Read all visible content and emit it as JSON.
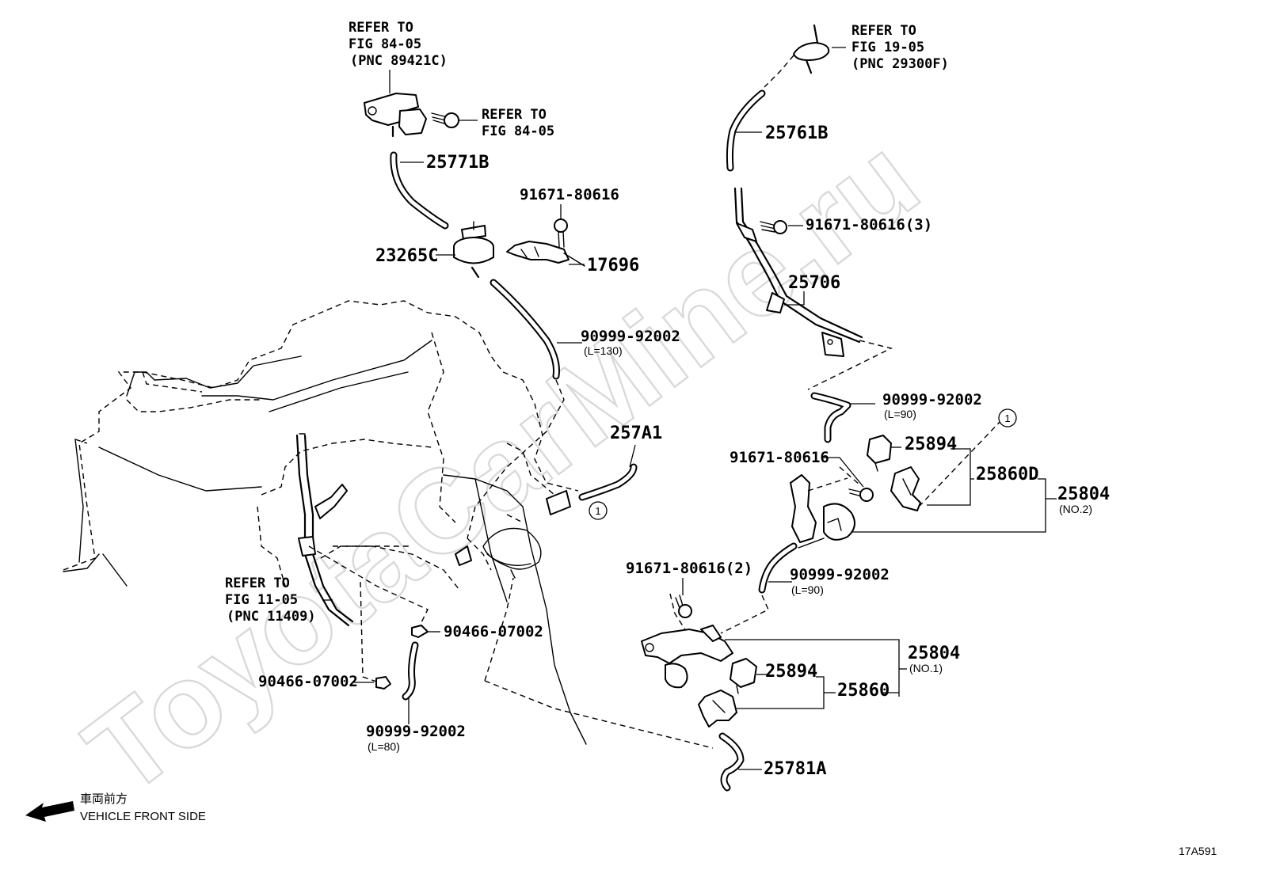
{
  "watermark": "ToyotaCarMine.ru",
  "figure_id": "17A591",
  "front": {
    "jp": "車両前方",
    "en": "VEHICLE FRONT SIDE"
  },
  "refs": {
    "r1": [
      "REFER TO",
      "FIG 84-05",
      "(PNC 89421C)"
    ],
    "r2": [
      "REFER TO",
      "FIG 84-05"
    ],
    "r3": [
      "REFER TO",
      "FIG 19-05",
      "(PNC 29300F)"
    ],
    "r4": [
      "REFER TO",
      "FIG 11-05",
      "(PNC 11409)"
    ]
  },
  "parts": {
    "p25771B": "25771B",
    "p23265C": "23265C",
    "p17696": "17696",
    "p91671_a": "91671-80616",
    "p90999_130": "90999-92002",
    "p90999_130_len": "(L=130)",
    "p257A1": "257A1",
    "p25761B": "25761B",
    "p91671_3": "91671-80616(3)",
    "p25706": "25706",
    "p90999_90a": "90999-92002",
    "p90999_90a_len": "(L=90)",
    "p25894_a": "25894",
    "p91671_b": "91671-80616",
    "p25860D": "25860D",
    "p25804_2": "25804",
    "p25804_2_no": "(NO.2)",
    "p91671_2": "91671-80616(2)",
    "p90999_90b": "90999-92002",
    "p90999_90b_len": "(L=90)",
    "p90466_a": "90466-07002",
    "p90466_b": "90466-07002",
    "p90999_80": "90999-92002",
    "p90999_80_len": "(L=80)",
    "p25804_1": "25804",
    "p25804_1_no": "(NO.1)",
    "p25894_b": "25894",
    "p25860": "25860",
    "p25781A": "25781A"
  },
  "callout": "1"
}
